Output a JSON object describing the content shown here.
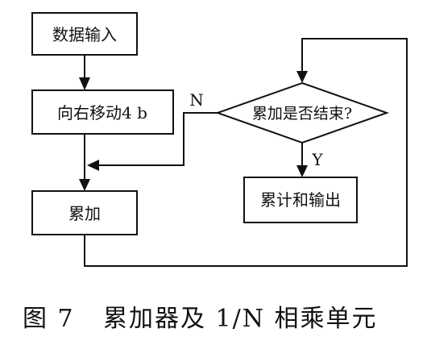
{
  "nodes": {
    "data_input": "数据输入",
    "shift_right": "向右移动4 b",
    "accumulate": "累加",
    "decision": "累加是否结束?",
    "output": "累计和输出"
  },
  "edges": {
    "no_label": "N",
    "yes_label": "Y"
  },
  "caption": {
    "figure_label": "图 7",
    "title": "累加器及 1/N 相乘单元"
  }
}
